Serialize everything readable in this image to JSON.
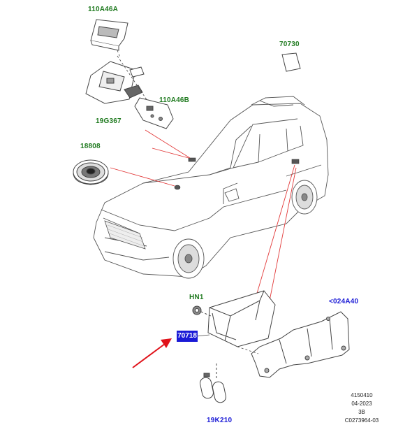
{
  "callouts": {
    "sensor_cover": "110A46A",
    "sticker": "70730",
    "bracket_b": "110A46B",
    "camera_module": "19G367",
    "speaker": "18808",
    "nut": "HN1",
    "module_bracket": "<024A40",
    "selected_module": "70718",
    "battery": "19K210"
  },
  "reference": {
    "line1": "4150410",
    "line2": "04-2023",
    "line3": "3B",
    "line4": "C0273964-03"
  },
  "colors": {
    "label_green": "#1f7a1f",
    "label_blue": "#1a1ad6",
    "leader_red": "#e23a3a",
    "arrow_red": "#e0121a",
    "outline": "#444444"
  }
}
